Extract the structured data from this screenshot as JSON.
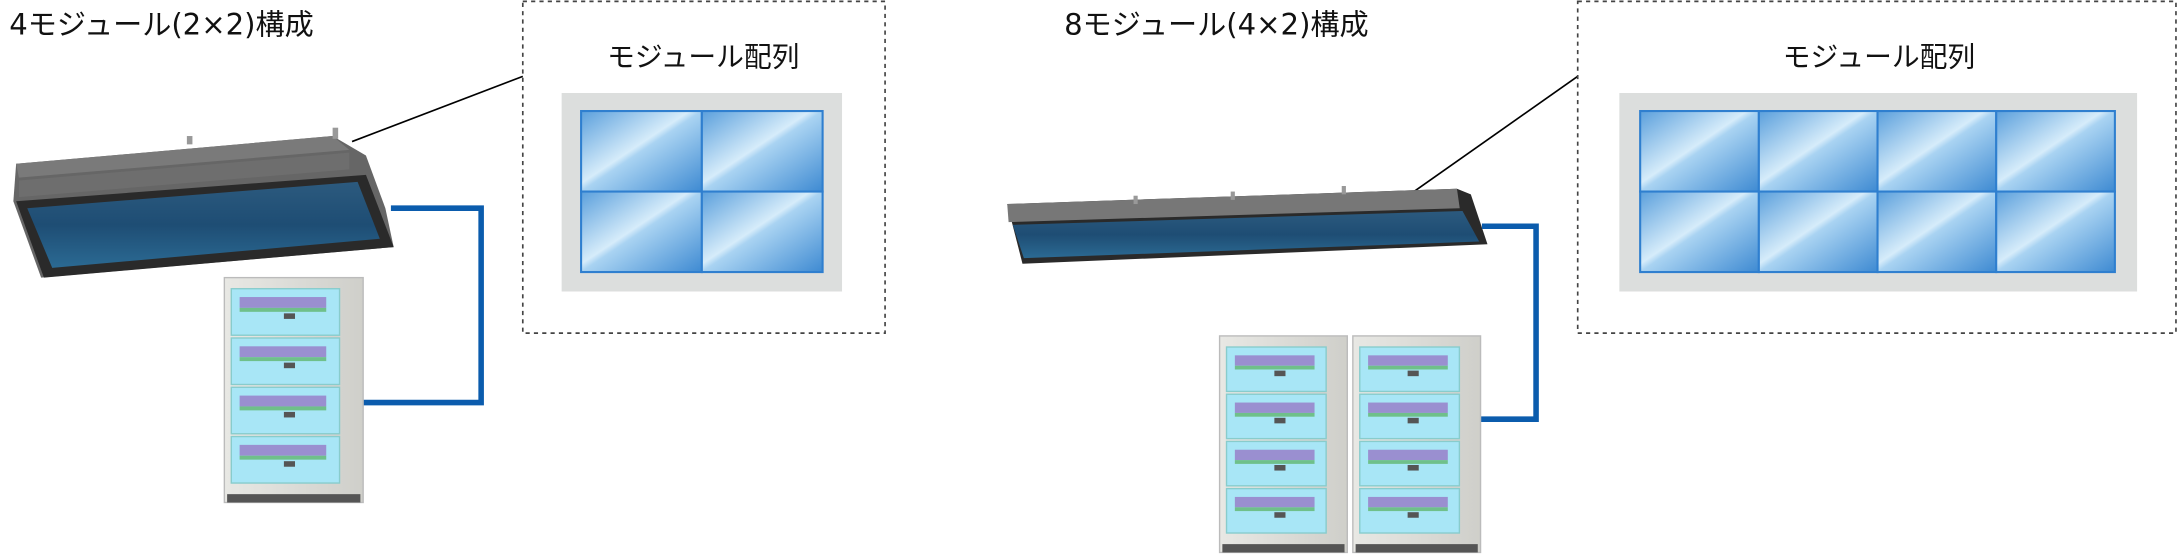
{
  "left": {
    "title": "4モジュール(2×2)構成",
    "array_label": "モジュール配列",
    "grid_cols": 2,
    "grid_rows": 2,
    "rack_count": 1
  },
  "right": {
    "title": "8モジュール(4×2)構成",
    "array_label": "モジュール配列",
    "grid_cols": 4,
    "grid_rows": 2,
    "rack_count": 2
  },
  "colors": {
    "cable": "#0b5cad",
    "module_border": "#2f7fcf",
    "array_bg": "#dcdedd"
  }
}
